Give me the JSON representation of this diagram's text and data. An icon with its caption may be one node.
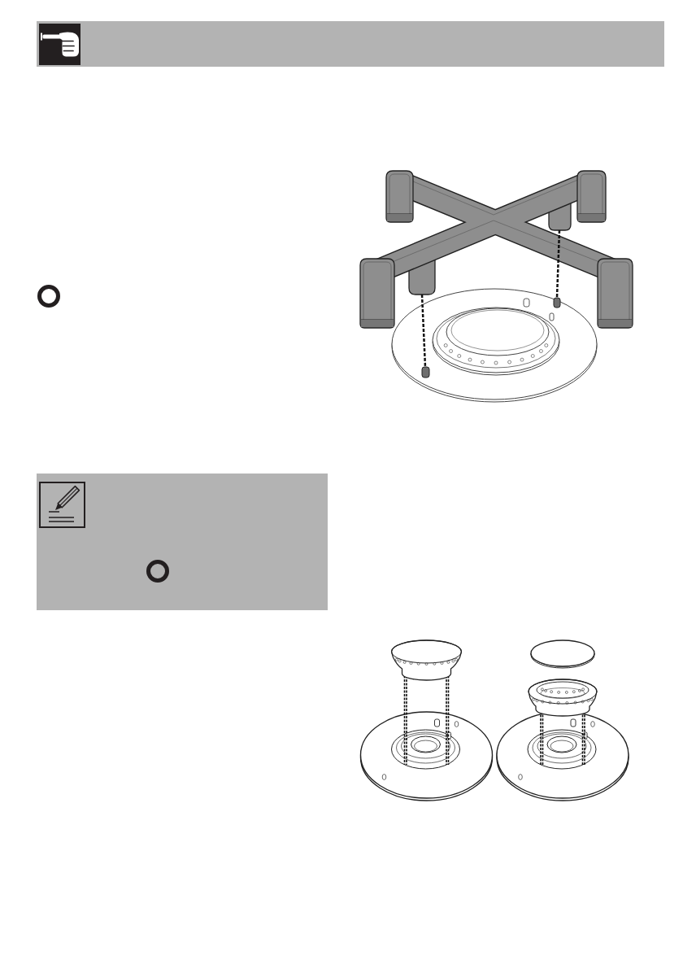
{
  "diagram": {
    "nodes": [
      {
        "text": [],
        "shape": "bar"
      },
      {
        "text": [],
        "shape": "picture"
      },
      {
        "text": [],
        "shape": "box"
      },
      {
        "text": [],
        "shape": "picture"
      },
      {
        "text": [],
        "shape": "picture"
      }
    ]
  }
}
